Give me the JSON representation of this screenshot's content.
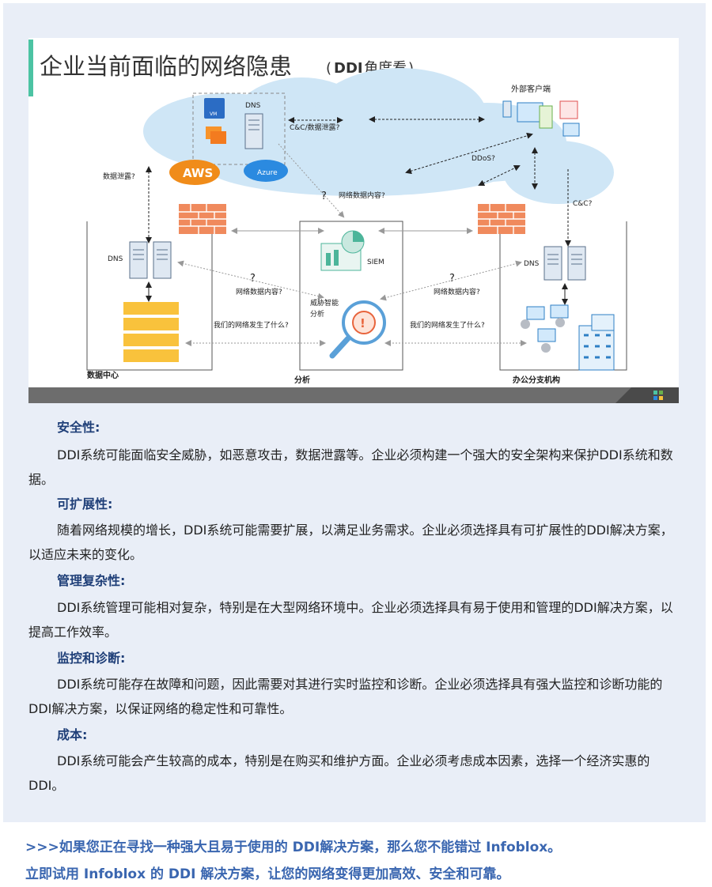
{
  "figure": {
    "title": "企业当前面临的网络隐患",
    "title_suffix_bold": "DDI",
    "title_suffix": "角度看",
    "labels": {
      "dns_cloud": "DNS",
      "vm": "VM",
      "aws": "AWS",
      "azure": "Azure",
      "cc_leak": "C&C/数据泄露?",
      "external_client": "外部客户端",
      "ddos": "DDoS?",
      "cc": "C&C?",
      "data_leak": "数据泄露?",
      "question": "?",
      "net_content_top": "网络数据内容?",
      "dns_left": "DNS",
      "dns_right": "DNS",
      "siem": "SIEM",
      "net_content_left": "网络数据内容?",
      "net_content_right": "网络数据内容?",
      "threat_intel_1": "威胁智能",
      "threat_intel_2": "分析",
      "what_happened_left": "我们的网络发生了什么?",
      "what_happened_right": "我们的网络发生了什么?",
      "datacenter": "数据中心",
      "analysis": "分析",
      "branch": "办公分支机构"
    }
  },
  "sections": [
    {
      "heading": "安全性:",
      "body": "DDI系统可能面临安全威胁，如恶意攻击，数据泄露等。企业必须构建一个强大的安全架构来保护DDI系统和数据。"
    },
    {
      "heading": "可扩展性:",
      "body": "随着网络规模的增长，DDI系统可能需要扩展，以满足业务需求。企业必须选择具有可扩展性的DDI解决方案，以适应未来的变化。"
    },
    {
      "heading": "管理复杂性:",
      "body": "DDI系统管理可能相对复杂，特别是在大型网络环境中。企业必须选择具有易于使用和管理的DDI解决方案，以提高工作效率。"
    },
    {
      "heading": "监控和诊断:",
      "body": "DDI系统可能存在故障和问题，因此需要对其进行实时监控和诊断。企业必须选择具有强大监控和诊断功能的DDI解决方案，以保证网络的稳定性和可靠性。"
    },
    {
      "heading": "成本:",
      "body": "DDI系统可能会产生较高的成本，特别是在购买和维护方面。企业必须考虑成本因素，选择一个经济实惠的DDI。"
    }
  ],
  "cta": {
    "line1": ">>>如果您正在寻找一种强大且易于使用的 DDI解决方案，那么您不能错过 Infoblox。",
    "line2": "立即试用 Infoblox 的 DDI 解决方案，让您的网络变得更加高效、安全和可靠。"
  },
  "colors": {
    "panel": "#e9eef7",
    "heading": "#1f3f78",
    "cta": "#3a66b0",
    "cloud": "#cfe6f6",
    "firewall": "#f08a5d",
    "dc_stack": "#f9c23c",
    "title_bar": "#4cc3a3"
  }
}
